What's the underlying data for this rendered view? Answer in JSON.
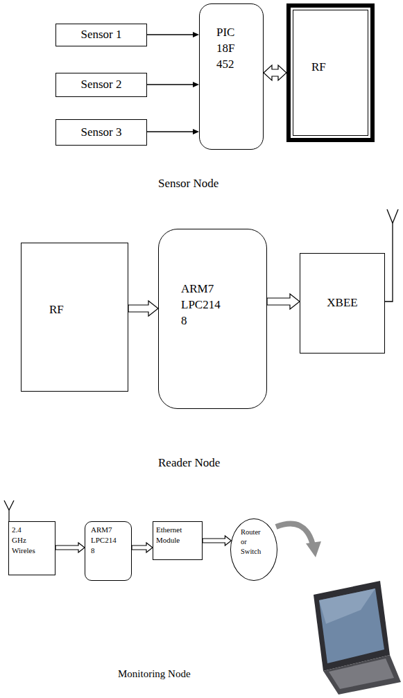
{
  "diagram": {
    "nodes": [
      {
        "text": [
          "Sensor 1"
        ]
      },
      {
        "text": [
          "Sensor 2"
        ]
      },
      {
        "text": [
          "Sensor 3"
        ]
      },
      {
        "text": [
          "PIC 18F 452"
        ]
      },
      {
        "text": [
          "RF"
        ]
      },
      {
        "text": [
          "RF"
        ]
      },
      {
        "text": [
          "ARM7 LPC214 8"
        ]
      },
      {
        "text": [
          "XBEE"
        ]
      },
      {
        "text": [
          "2.4 GHz Wireles"
        ]
      },
      {
        "text": [
          "ARM7 LPC214 8"
        ]
      },
      {
        "text": [
          "Ethernet Module"
        ]
      },
      {
        "text": [
          "Router or Switch"
        ]
      }
    ],
    "edges": [
      {
        "from": 0,
        "to": 3,
        "arrow": "to"
      },
      {
        "from": 1,
        "to": 3,
        "arrow": "to"
      },
      {
        "from": 2,
        "to": 3,
        "arrow": "to"
      },
      {
        "from": 3,
        "to": 4,
        "arrow": "both"
      },
      {
        "from": 5,
        "to": 6,
        "arrow": "to"
      },
      {
        "from": 6,
        "to": 7,
        "arrow": "to"
      },
      {
        "from": 8,
        "to": 9,
        "arrow": "to"
      },
      {
        "from": 9,
        "to": 10,
        "arrow": "to"
      },
      {
        "from": 10,
        "to": 11,
        "arrow": "to"
      }
    ],
    "labels": [
      "Sensor Node",
      "Reader Node",
      "Monitoring Node"
    ]
  }
}
